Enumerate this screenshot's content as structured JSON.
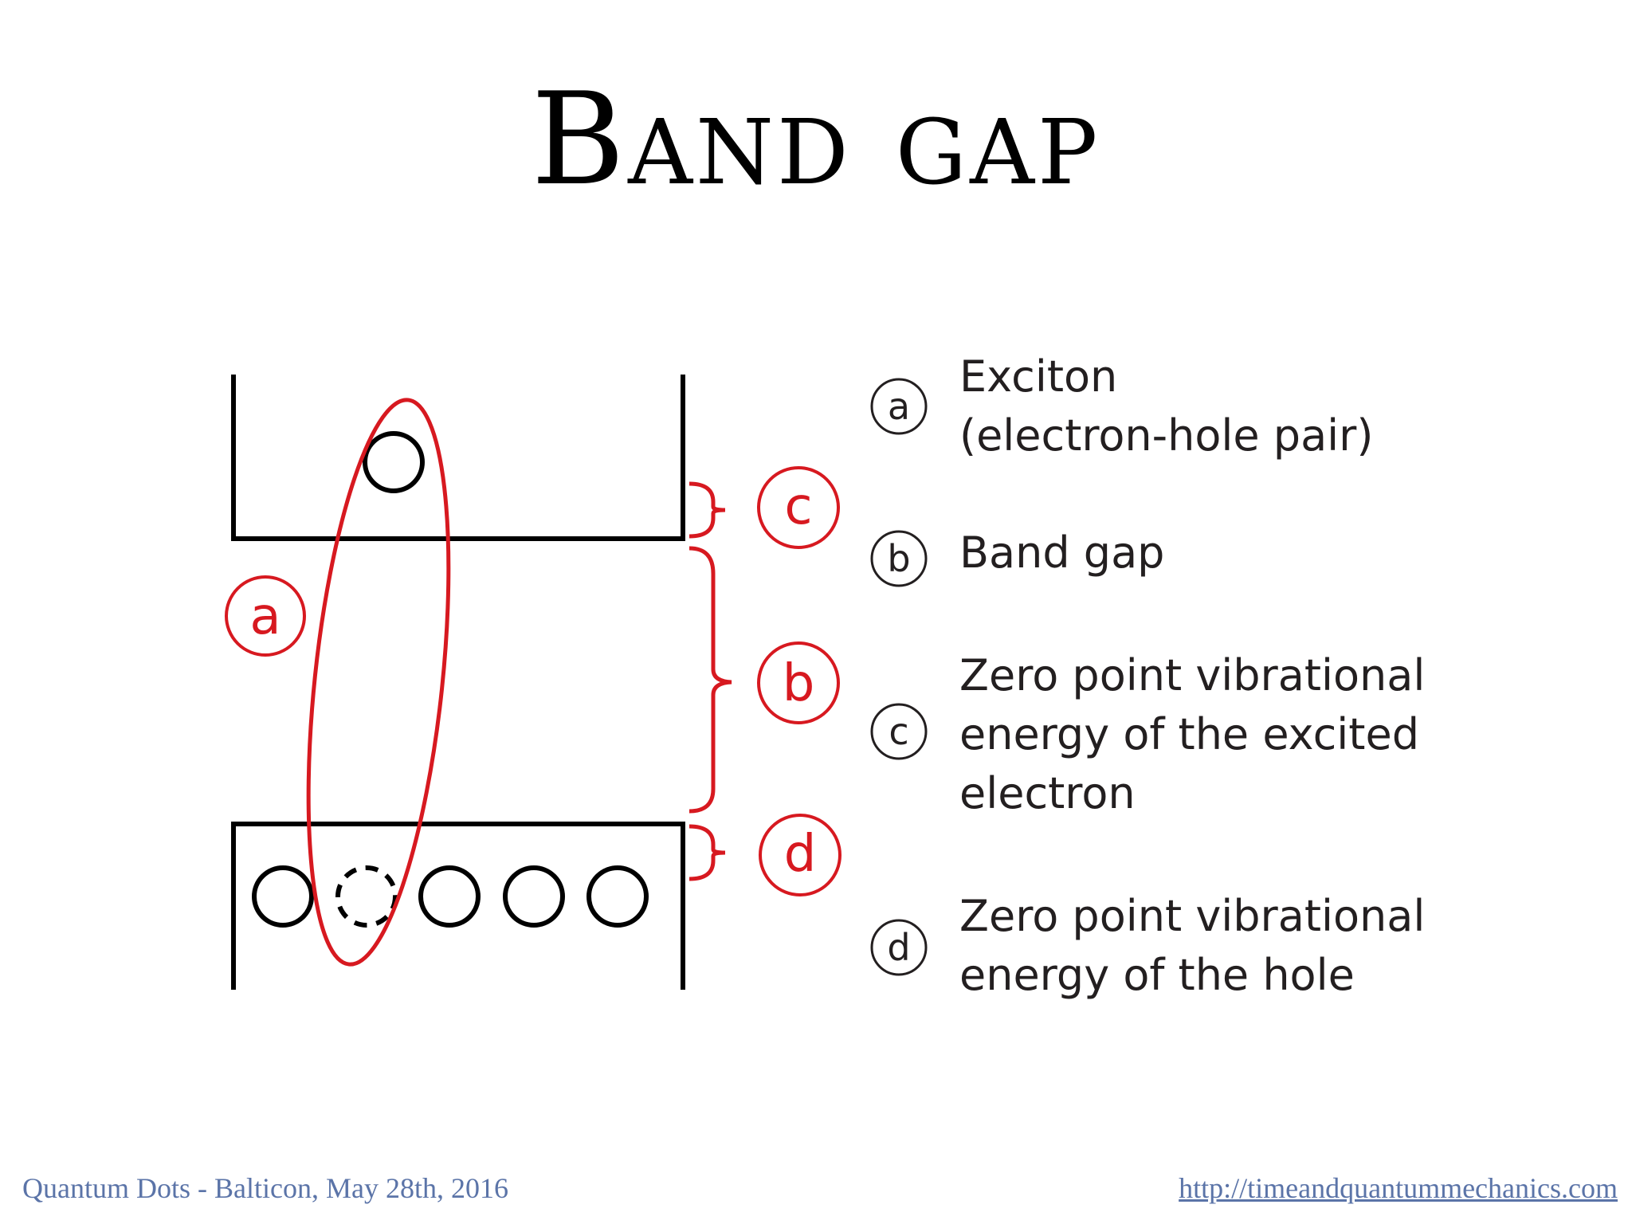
{
  "slide": {
    "title": "Band gap"
  },
  "diagram": {
    "markers": {
      "a": "a",
      "b": "b",
      "c": "c",
      "d": "d"
    },
    "legend": [
      {
        "marker": "a",
        "lines": [
          "Exciton",
          "(electron-hole pair)"
        ]
      },
      {
        "marker": "b",
        "lines": [
          "Band gap"
        ]
      },
      {
        "marker": "c",
        "lines": [
          "Zero point vibrational",
          "energy of the excited",
          "electron"
        ]
      },
      {
        "marker": "d",
        "lines": [
          "Zero point vibrational",
          "energy of the hole"
        ]
      }
    ],
    "colors": {
      "line": "#000000",
      "accent": "#d71920",
      "legend_circle": "#231f20"
    }
  },
  "footer": {
    "left": "Quantum Dots - Balticon, May 28th, 2016",
    "right": "http://timeandquantummechanics.com",
    "color": "#5b74a8"
  }
}
